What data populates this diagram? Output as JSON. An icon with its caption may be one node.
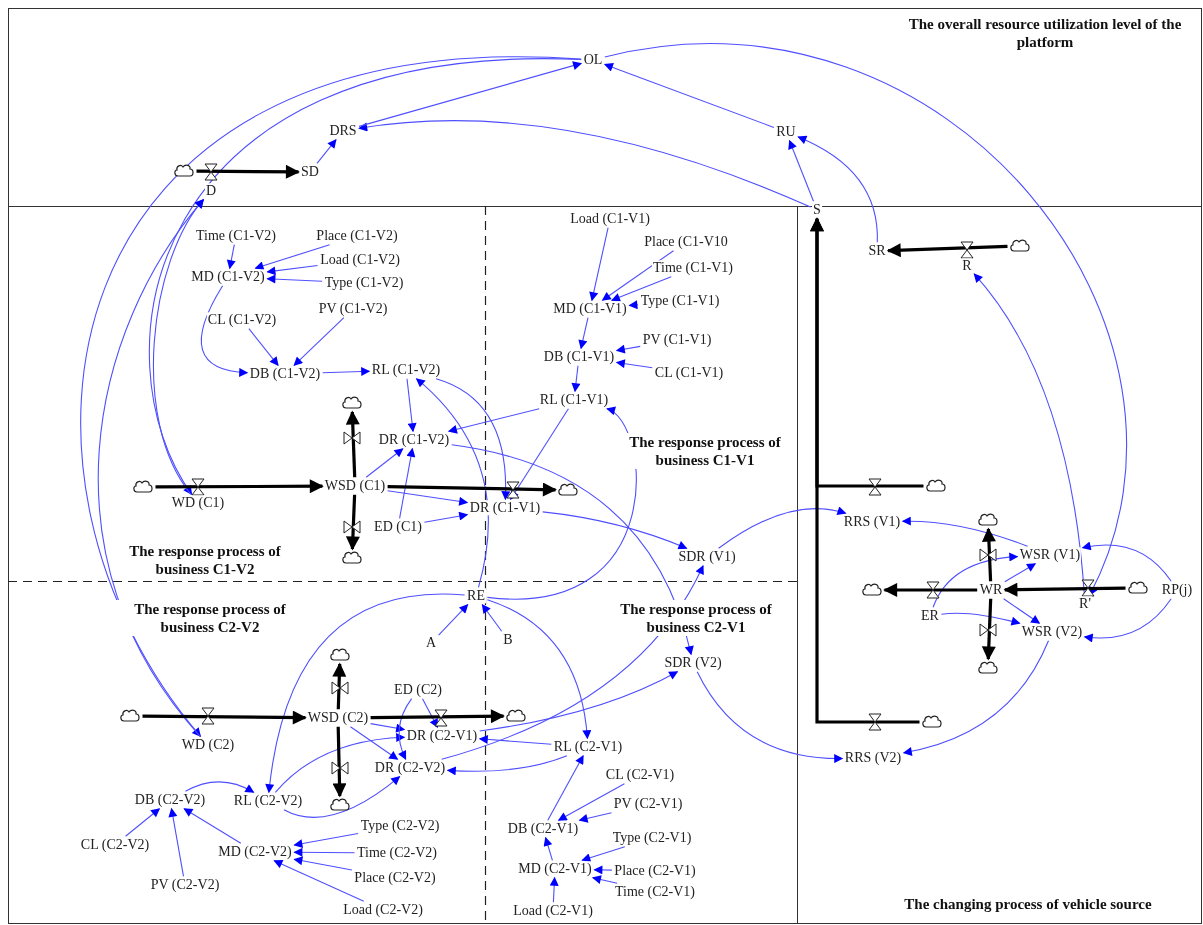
{
  "diagram": {
    "nodes": [
      {
        "text": [
          "OL"
        ]
      },
      {
        "text": [
          "DRS"
        ]
      },
      {
        "text": [
          "RU"
        ]
      },
      {
        "text": [
          "SD"
        ]
      },
      {
        "text": [
          "D"
        ]
      },
      {
        "text": [
          "S"
        ]
      },
      {
        "text": [
          "SR"
        ]
      },
      {
        "text": [
          "R"
        ]
      },
      {
        "text": [
          "Load (C1-V1)"
        ]
      },
      {
        "text": [
          "Place (C1-V10"
        ]
      },
      {
        "text": [
          "Time (C1-V1)"
        ]
      },
      {
        "text": [
          "Type (C1-V1)"
        ]
      },
      {
        "text": [
          "MD (C1-V1)"
        ]
      },
      {
        "text": [
          "PV (C1-V1)"
        ]
      },
      {
        "text": [
          "DB (C1-V1)"
        ]
      },
      {
        "text": [
          "CL (C1-V1)"
        ]
      },
      {
        "text": [
          "RL (C1-V1)"
        ]
      },
      {
        "text": [
          "Time (C1-V2)"
        ]
      },
      {
        "text": [
          "Place (C1-V2)"
        ]
      },
      {
        "text": [
          "Load (C1-V2)"
        ]
      },
      {
        "text": [
          "Type (C1-V2)"
        ]
      },
      {
        "text": [
          "MD (C1-V2)"
        ]
      },
      {
        "text": [
          "CL (C1-V2)"
        ]
      },
      {
        "text": [
          "PV (C1-V2)"
        ]
      },
      {
        "text": [
          "DB (C1-V2)"
        ]
      },
      {
        "text": [
          "RL (C1-V2)"
        ]
      },
      {
        "text": [
          "DR (C1-V2)"
        ]
      },
      {
        "text": [
          "WD (C1)"
        ]
      },
      {
        "text": [
          "WSD (C1)"
        ]
      },
      {
        "text": [
          "ED (C1)"
        ]
      },
      {
        "text": [
          "DR (C1-V1)"
        ]
      },
      {
        "text": [
          "SDR (V1)"
        ]
      },
      {
        "text": [
          "RE"
        ]
      },
      {
        "text": [
          "A"
        ]
      },
      {
        "text": [
          "B"
        ]
      },
      {
        "text": [
          "SDR (V2)"
        ]
      },
      {
        "text": [
          "ED (C2)"
        ]
      },
      {
        "text": [
          "WSD (C2)"
        ]
      },
      {
        "text": [
          "WD (C2)"
        ]
      },
      {
        "text": [
          "DR (C2-V1)"
        ]
      },
      {
        "text": [
          "RL (C2-V1)"
        ]
      },
      {
        "text": [
          "DR (C2-V2)"
        ]
      },
      {
        "text": [
          "DB (C2-V2)"
        ]
      },
      {
        "text": [
          "RL (C2-V2)"
        ]
      },
      {
        "text": [
          "CL (C2-V2)"
        ]
      },
      {
        "text": [
          "MD (C2-V2)"
        ]
      },
      {
        "text": [
          "PV (C2-V2)"
        ]
      },
      {
        "text": [
          "Type (C2-V2)"
        ]
      },
      {
        "text": [
          "Time (C2-V2)"
        ]
      },
      {
        "text": [
          "Place (C2-V2)"
        ]
      },
      {
        "text": [
          "Load (C2-V2)"
        ]
      },
      {
        "text": [
          "CL (C2-V1)"
        ]
      },
      {
        "text": [
          "PV (C2-V1)"
        ]
      },
      {
        "text": [
          "DB (C2-V1)"
        ]
      },
      {
        "text": [
          "Type (C2-V1)"
        ]
      },
      {
        "text": [
          "MD (C2-V1)"
        ]
      },
      {
        "text": [
          "Place (C2-V1)"
        ]
      },
      {
        "text": [
          "Time (C2-V1)"
        ]
      },
      {
        "text": [
          "Load (C2-V1)"
        ]
      },
      {
        "text": [
          "RRS (V1)"
        ]
      },
      {
        "text": [
          "WSR (V1)"
        ]
      },
      {
        "text": [
          "WR"
        ]
      },
      {
        "text": [
          "ER"
        ]
      },
      {
        "text": [
          "R'"
        ]
      },
      {
        "text": [
          "RP(j)"
        ]
      },
      {
        "text": [
          "WSR (V2)"
        ]
      },
      {
        "text": [
          "RRS (V2)"
        ]
      },
      {
        "text": [],
        "shape": "cloud"
      },
      {
        "text": [],
        "shape": "cloud"
      },
      {
        "text": [],
        "shape": "cloud"
      },
      {
        "text": [],
        "shape": "cloud"
      },
      {
        "text": [],
        "shape": "cloud"
      },
      {
        "text": [],
        "shape": "cloud"
      },
      {
        "text": [],
        "shape": "cloud"
      },
      {
        "text": [],
        "shape": "cloud"
      },
      {
        "text": [],
        "shape": "cloud"
      },
      {
        "text": [],
        "shape": "cloud"
      },
      {
        "text": [],
        "shape": "cloud"
      },
      {
        "text": [],
        "shape": "cloud"
      },
      {
        "text": [],
        "shape": "cloud"
      },
      {
        "text": [],
        "shape": "cloud"
      },
      {
        "text": [],
        "shape": "cloud"
      },
      {
        "text": [],
        "shape": "cloud"
      }
    ],
    "edges": [
      {
        "from": 5,
        "to": 1,
        "arrow": "to"
      },
      {
        "from": 1,
        "to": 0,
        "arrow": "to"
      },
      {
        "from": 3,
        "to": 1,
        "arrow": "to"
      },
      {
        "from": 2,
        "to": 0,
        "arrow": "to"
      },
      {
        "from": 5,
        "to": 2,
        "arrow": "to"
      },
      {
        "from": 6,
        "to": 2,
        "arrow": "to"
      },
      {
        "from": 0,
        "to": 27,
        "arrow": "to"
      },
      {
        "from": 0,
        "to": 38,
        "arrow": "to"
      },
      {
        "from": 27,
        "to": 4,
        "arrow": "to"
      },
      {
        "from": 38,
        "to": 4,
        "arrow": "to"
      },
      {
        "from": 0,
        "to": 63,
        "arrow": "to"
      },
      {
        "from": 63,
        "to": 7,
        "arrow": "to"
      },
      {
        "from": 8,
        "to": 12,
        "arrow": "to"
      },
      {
        "from": 9,
        "to": 12,
        "arrow": "to"
      },
      {
        "from": 10,
        "to": 12,
        "arrow": "to"
      },
      {
        "from": 11,
        "to": 12,
        "arrow": "to"
      },
      {
        "from": 12,
        "to": 14,
        "arrow": "to"
      },
      {
        "from": 13,
        "to": 14,
        "arrow": "to"
      },
      {
        "from": 15,
        "to": 14,
        "arrow": "to"
      },
      {
        "from": 14,
        "to": 16,
        "arrow": "to"
      },
      {
        "from": 16,
        "to": 26,
        "arrow": "to"
      },
      {
        "from": 16,
        "to": 30,
        "arrow": "to"
      },
      {
        "from": 32,
        "to": 16,
        "arrow": "to"
      },
      {
        "from": 17,
        "to": 21,
        "arrow": "to"
      },
      {
        "from": 18,
        "to": 21,
        "arrow": "to"
      },
      {
        "from": 19,
        "to": 21,
        "arrow": "to"
      },
      {
        "from": 20,
        "to": 21,
        "arrow": "to"
      },
      {
        "from": 21,
        "to": 24,
        "arrow": "to"
      },
      {
        "from": 22,
        "to": 24,
        "arrow": "to"
      },
      {
        "from": 23,
        "to": 24,
        "arrow": "to"
      },
      {
        "from": 24,
        "to": 25,
        "arrow": "to"
      },
      {
        "from": 25,
        "to": 26,
        "arrow": "to"
      },
      {
        "from": 32,
        "to": 25,
        "arrow": "to"
      },
      {
        "from": 25,
        "to": 30,
        "arrow": "to"
      },
      {
        "from": 28,
        "to": 26,
        "arrow": "to"
      },
      {
        "from": 29,
        "to": 26,
        "arrow": "to"
      },
      {
        "from": 28,
        "to": 30,
        "arrow": "to"
      },
      {
        "from": 29,
        "to": 30,
        "arrow": "to"
      },
      {
        "from": 26,
        "to": 35,
        "arrow": "to"
      },
      {
        "from": 30,
        "to": 31,
        "arrow": "to"
      },
      {
        "from": 31,
        "to": 59,
        "arrow": "to"
      },
      {
        "from": 35,
        "to": 66,
        "arrow": "to"
      },
      {
        "from": 33,
        "to": 32,
        "arrow": "to"
      },
      {
        "from": 34,
        "to": 32,
        "arrow": "to"
      },
      {
        "from": 32,
        "to": 43,
        "arrow": "to"
      },
      {
        "from": 32,
        "to": 40,
        "arrow": "to"
      },
      {
        "from": 51,
        "to": 53,
        "arrow": "to"
      },
      {
        "from": 52,
        "to": 53,
        "arrow": "to"
      },
      {
        "from": 54,
        "to": 55,
        "arrow": "to"
      },
      {
        "from": 56,
        "to": 55,
        "arrow": "to"
      },
      {
        "from": 57,
        "to": 55,
        "arrow": "to"
      },
      {
        "from": 58,
        "to": 55,
        "arrow": "to"
      },
      {
        "from": 55,
        "to": 53,
        "arrow": "to"
      },
      {
        "from": 53,
        "to": 40,
        "arrow": "to"
      },
      {
        "from": 40,
        "to": 39,
        "arrow": "to"
      },
      {
        "from": 40,
        "to": 41,
        "arrow": "to"
      },
      {
        "from": 39,
        "to": 35,
        "arrow": "to"
      },
      {
        "from": 41,
        "to": 31,
        "arrow": "to"
      },
      {
        "from": 42,
        "to": 43,
        "arrow": "to"
      },
      {
        "from": 44,
        "to": 42,
        "arrow": "to"
      },
      {
        "from": 46,
        "to": 42,
        "arrow": "to"
      },
      {
        "from": 45,
        "to": 42,
        "arrow": "to"
      },
      {
        "from": 47,
        "to": 45,
        "arrow": "to"
      },
      {
        "from": 48,
        "to": 45,
        "arrow": "to"
      },
      {
        "from": 49,
        "to": 45,
        "arrow": "to"
      },
      {
        "from": 50,
        "to": 45,
        "arrow": "to"
      },
      {
        "from": 43,
        "to": 39,
        "arrow": "to"
      },
      {
        "from": 43,
        "to": 41,
        "arrow": "to"
      },
      {
        "from": 37,
        "to": 39,
        "arrow": "to"
      },
      {
        "from": 37,
        "to": 41,
        "arrow": "to"
      },
      {
        "from": 36,
        "to": 39,
        "arrow": "to"
      },
      {
        "from": 36,
        "to": 41,
        "arrow": "to"
      },
      {
        "from": 60,
        "to": 59,
        "arrow": "to"
      },
      {
        "from": 65,
        "to": 66,
        "arrow": "to"
      },
      {
        "from": 64,
        "to": 60,
        "arrow": "to"
      },
      {
        "from": 64,
        "to": 65,
        "arrow": "to"
      },
      {
        "from": 61,
        "to": 60,
        "arrow": "to"
      },
      {
        "from": 61,
        "to": 65,
        "arrow": "to"
      },
      {
        "from": 62,
        "to": 60,
        "arrow": "to"
      },
      {
        "from": 62,
        "to": 65,
        "arrow": "to"
      },
      {
        "from": 67,
        "to": 3,
        "arrow": "to",
        "style": "thick",
        "color": "#000000"
      },
      {
        "from": 68,
        "to": 6,
        "arrow": "to",
        "style": "thick",
        "color": "#000000"
      },
      {
        "from": 69,
        "to": 28,
        "arrow": "to",
        "style": "thick",
        "color": "#000000"
      },
      {
        "from": 28,
        "to": 70,
        "arrow": "to",
        "style": "thick",
        "color": "#000000"
      },
      {
        "from": 28,
        "to": 71,
        "arrow": "to",
        "style": "thick",
        "color": "#000000"
      },
      {
        "from": 28,
        "to": 72,
        "arrow": "to",
        "style": "thick",
        "color": "#000000"
      },
      {
        "from": 73,
        "to": 37,
        "arrow": "to",
        "style": "thick",
        "color": "#000000"
      },
      {
        "from": 37,
        "to": 74,
        "arrow": "to",
        "style": "thick",
        "color": "#000000"
      },
      {
        "from": 37,
        "to": 75,
        "arrow": "to",
        "style": "thick",
        "color": "#000000"
      },
      {
        "from": 37,
        "to": 76,
        "arrow": "to",
        "style": "thick",
        "color": "#000000"
      },
      {
        "from": 77,
        "to": 5,
        "arrow": "to",
        "style": "thick",
        "color": "#000000"
      },
      {
        "from": 78,
        "to": 5,
        "arrow": "to",
        "style": "thick",
        "color": "#000000"
      },
      {
        "from": 61,
        "to": 79,
        "arrow": "to",
        "style": "thick",
        "color": "#000000"
      },
      {
        "from": 61,
        "to": 80,
        "arrow": "to",
        "style": "thick",
        "color": "#000000"
      },
      {
        "from": 61,
        "to": 81,
        "arrow": "to",
        "style": "thick",
        "color": "#000000"
      },
      {
        "from": 82,
        "to": 61,
        "arrow": "to",
        "style": "thick",
        "color": "#000000"
      }
    ],
    "labels": [
      "The overall resource utilization level of the platform",
      "The response process of business C1-V1",
      "The response process of business C1-V2",
      "The response process of business C2-V2",
      "The response process of business C2-V1",
      "The changing process of vehicle source"
    ]
  }
}
